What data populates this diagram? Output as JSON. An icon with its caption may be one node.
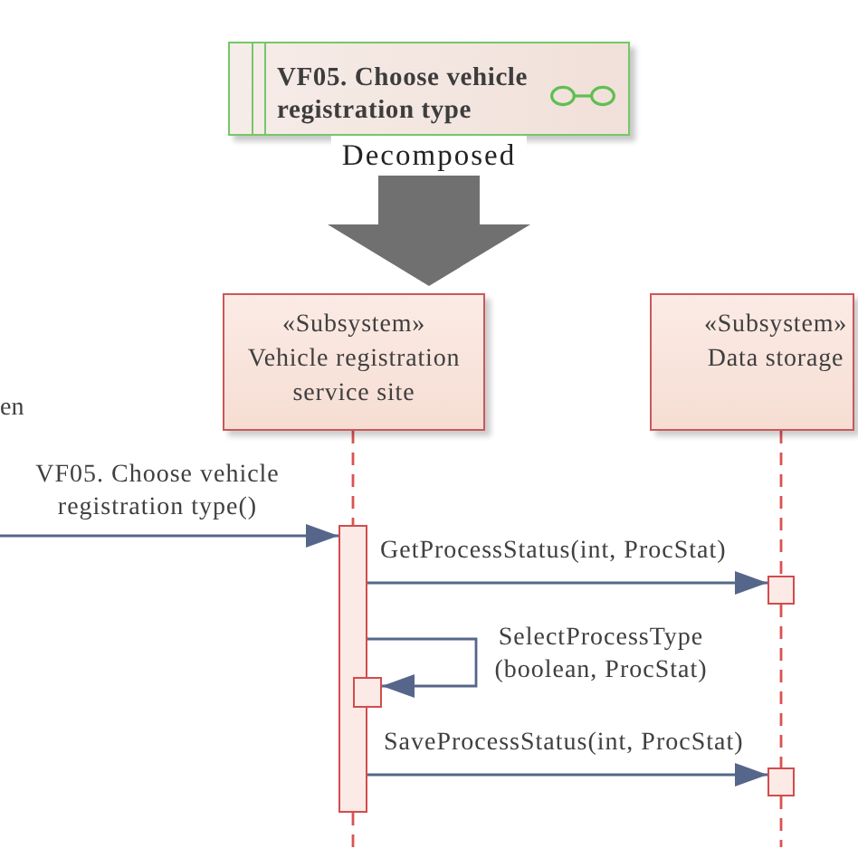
{
  "diagram": {
    "nodes": [
      {
        "text": [
          "VF05. Choose vehicle registration type"
        ]
      },
      {
        "text": [
          "«Subsystem»",
          "Vehicle registration service site"
        ]
      },
      {
        "text": [
          "«Subsystem»",
          "Data storage"
        ]
      },
      {
        "text": [],
        "shape": "box"
      },
      {
        "text": [],
        "shape": "box"
      },
      {
        "text": [],
        "shape": "box"
      },
      {
        "text": [],
        "shape": "box"
      }
    ],
    "edges": [
      {
        "from": 0,
        "to": 1,
        "arrow": "to",
        "label": "Decomposed",
        "style": "thick",
        "color": "#707070"
      },
      {
        "from": null,
        "to": 3,
        "arrow": "to",
        "label": "VF05. Choose vehicle registration type()",
        "color": "#56668a"
      },
      {
        "from": 3,
        "to": 4,
        "arrow": "to",
        "label": "GetProcessStatus(int, ProcStat)",
        "color": "#56668a"
      },
      {
        "from": 3,
        "to": 5,
        "arrow": "to",
        "label": "SelectProcessType (boolean, ProcStat)",
        "color": "#56668a"
      },
      {
        "from": 3,
        "to": 6,
        "arrow": "to",
        "label": "SaveProcessStatus(int, ProcStat)",
        "color": "#56668a"
      },
      {
        "from": 1,
        "to": 3,
        "arrow": "none",
        "style": "dashed",
        "color": "#d9534f"
      },
      {
        "from": 2,
        "to": 4,
        "arrow": "none",
        "style": "dashed",
        "color": "#d9534f"
      },
      {
        "from": 4,
        "to": 6,
        "arrow": "none",
        "style": "dashed",
        "color": "#d9534f"
      },
      {
        "from": 3,
        "to": null,
        "arrow": "none",
        "style": "dashed",
        "color": "#d9534f"
      },
      {
        "from": 6,
        "to": null,
        "arrow": "none",
        "style": "dashed",
        "color": "#d9534f"
      }
    ],
    "labels": [
      "en"
    ]
  }
}
